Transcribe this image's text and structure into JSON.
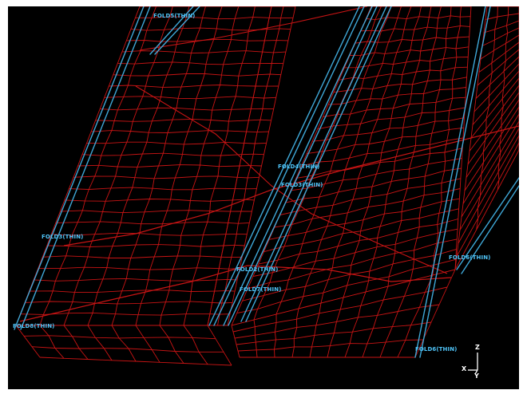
{
  "viewport": {
    "background": "#000000",
    "mesh_color": "#c81414",
    "fold_line_color": "#3fa8d8",
    "label_color": "#4fc3f7"
  },
  "labels": [
    {
      "text": "FOLD5(THIN)"
    },
    {
      "text": "FOLD4(THIN)"
    },
    {
      "text": "FOLD3(THIN)"
    },
    {
      "text": "FOLD3(THIN)"
    },
    {
      "text": "FOLD6(THIN)"
    },
    {
      "text": "FOLD2(THIN)"
    },
    {
      "text": "FOLD7(THIN)"
    },
    {
      "text": "FOLD8(THIN)"
    },
    {
      "text": "FOLD6(THIN)"
    }
  ],
  "triad": {
    "z_label": "Z",
    "x_label": "X",
    "y_label": "Y",
    "icon": "coordinate-triad-icon"
  }
}
